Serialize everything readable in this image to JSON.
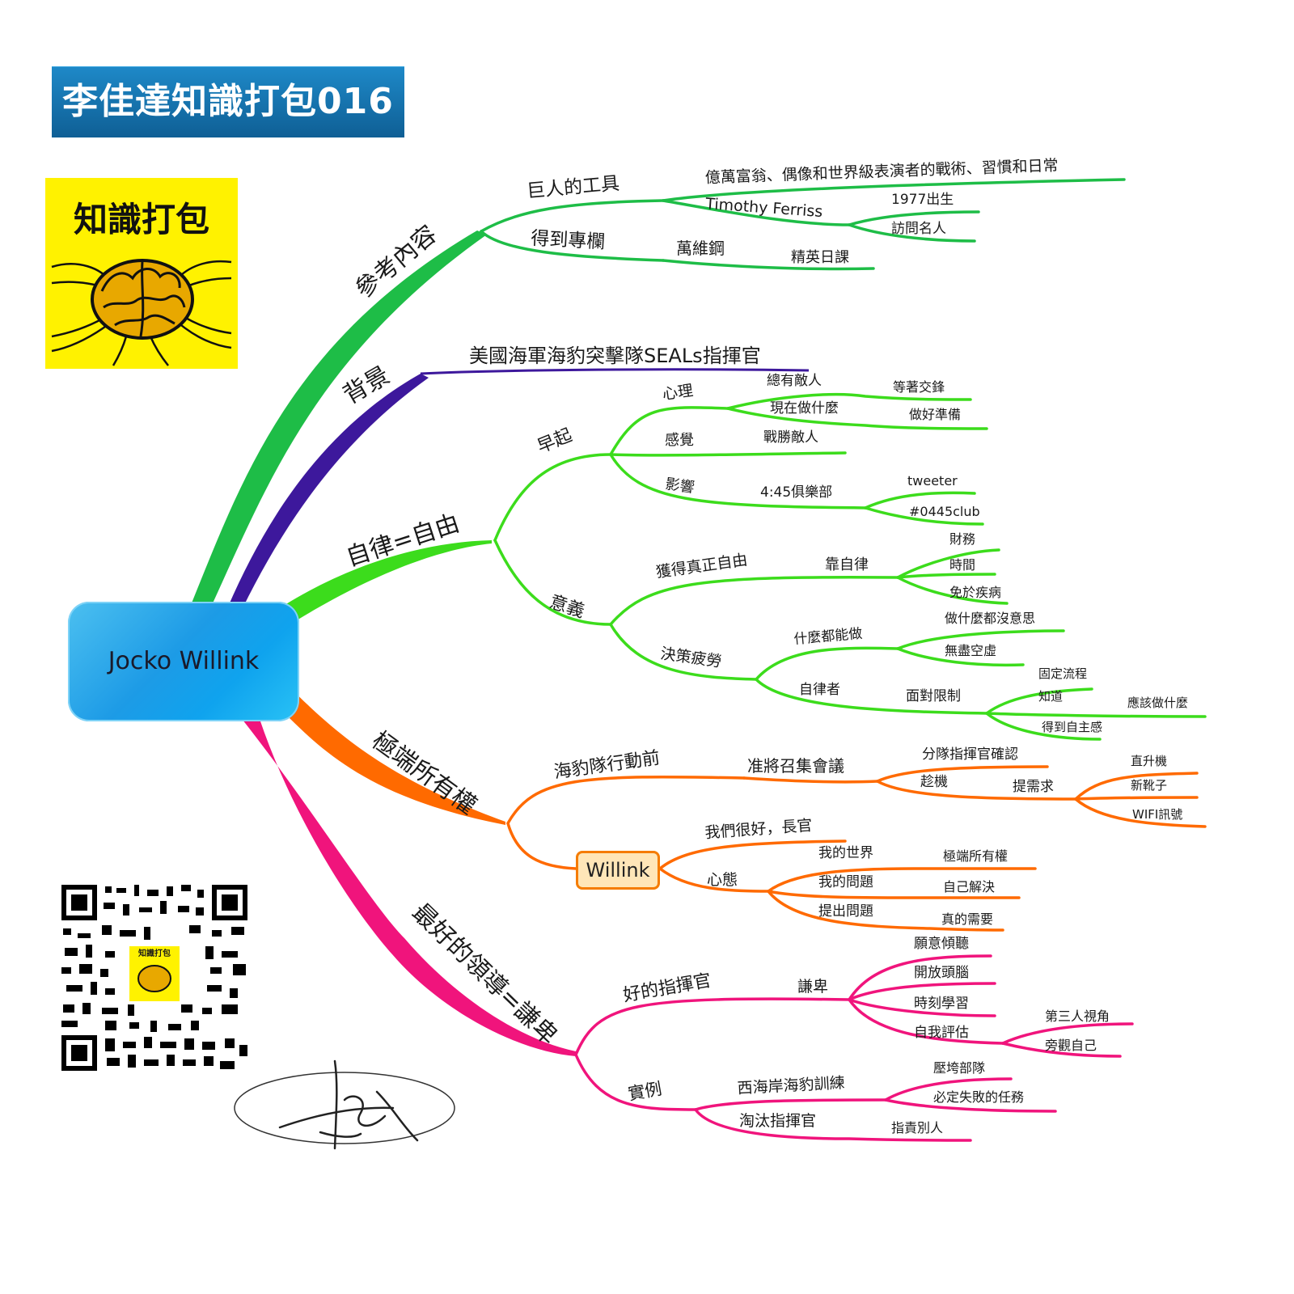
{
  "title": "李佳達知識打包016",
  "logo_text": "知識打包",
  "qr_logo_text": "知識打包",
  "center_label": "Jocko Willink",
  "colors": {
    "title_bg": "#1a7db8",
    "logo_bg": "#fff200",
    "ref": "#1ebd47",
    "background": "#3d189c",
    "discipline": "#3cdc1c",
    "ownership": "#ff6a00",
    "leadership": "#f0147c"
  },
  "branches": {
    "ref": {
      "label": "參考內容",
      "giant_tools": "巨人的工具",
      "giant_desc": "億萬富翁、偶像和世界級表演者的戰術、習慣和日常",
      "tim": "Timothy Ferriss",
      "born": "1977出生",
      "interview": "訪問名人",
      "dedao": "得到專欄",
      "wan": "萬維鋼",
      "elite": "精英日課"
    },
    "bg": {
      "label": "背景",
      "desc": "美國海軍海豹突擊隊SEALs指揮官"
    },
    "disc": {
      "label": "自律=自由",
      "early": "早起",
      "mind": "心理",
      "enemy": "總有敵人",
      "wait": "等著交鋒",
      "doing": "現在做什麼",
      "ready": "做好準備",
      "feel": "感覺",
      "win": "戰勝敵人",
      "influence": "影響",
      "club": "4:45俱樂部",
      "tweeter": "tweeter",
      "hashtag": "#0445club",
      "meaning": "意義",
      "true_free": "獲得真正自由",
      "by_disc": "靠自律",
      "finance": "財務",
      "time": "時間",
      "illness": "免於疾病",
      "fatigue": "決策疲勞",
      "can_all": "什麼都能做",
      "boring": "做什麼都沒意思",
      "empty": "無盡空虛",
      "disciplined": "自律者",
      "limits": "面對限制",
      "routine": "固定流程",
      "know": "知道",
      "should": "應該做什麼",
      "autonomy": "得到自主感"
    },
    "own": {
      "label": "極端所有權",
      "before": "海豹隊行動前",
      "meeting": "准將召集會議",
      "squad": "分隊指揮官確認",
      "chance": "趁機",
      "request": "提需求",
      "heli": "直升機",
      "boots": "新靴子",
      "wifi": "WIFI訊號",
      "willink": "Willink",
      "fine": "我們很好，長官",
      "mindset": "心態",
      "my_world": "我的世界",
      "ext_own": "極端所有權",
      "my_prob": "我的問題",
      "self_solve": "自己解決",
      "raise": "提出問題",
      "real_need": "真的需要"
    },
    "lead": {
      "label": "最好的領導=謙卑",
      "good_cmd": "好的指揮官",
      "humble": "謙卑",
      "listen": "願意傾聽",
      "open": "開放頭腦",
      "learn": "時刻學習",
      "eval": "自我評估",
      "third": "第三人視角",
      "observe": "旁觀自己",
      "example": "實例",
      "training": "西海岸海豹訓練",
      "crush": "壓垮部隊",
      "fail": "必定失敗的任務",
      "eliminate": "淘汰指揮官",
      "blame": "指責別人"
    }
  }
}
